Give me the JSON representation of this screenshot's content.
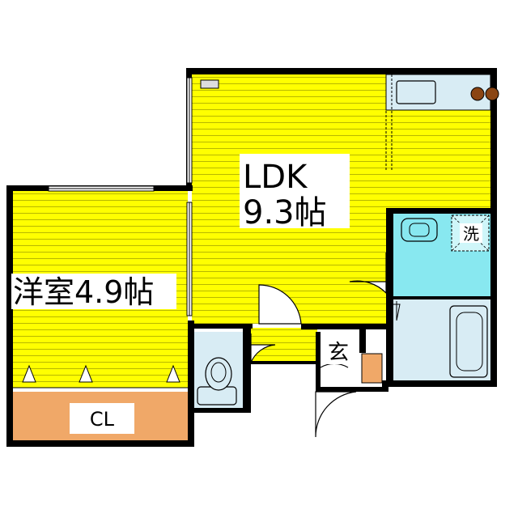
{
  "rooms": {
    "ldk": {
      "name": "LDK",
      "size": "9.3帖"
    },
    "western_room": {
      "name": "洋室4.9帖"
    },
    "closet": {
      "name": "CL"
    },
    "washer": {
      "name": "洗"
    },
    "entrance": {
      "name": "玄"
    }
  },
  "colors": {
    "floor_yellow": "#ffff00",
    "stripe": "#c8c800",
    "wet_area": "#88e8f0",
    "bath": "#d8ecf4",
    "closet_orange": "#f0a868",
    "wall": "#000000"
  },
  "icons": [
    "stove-burner-icon",
    "sink-icon",
    "toilet-icon",
    "bathtub-icon",
    "washbasin-icon",
    "door-swing-icon"
  ]
}
